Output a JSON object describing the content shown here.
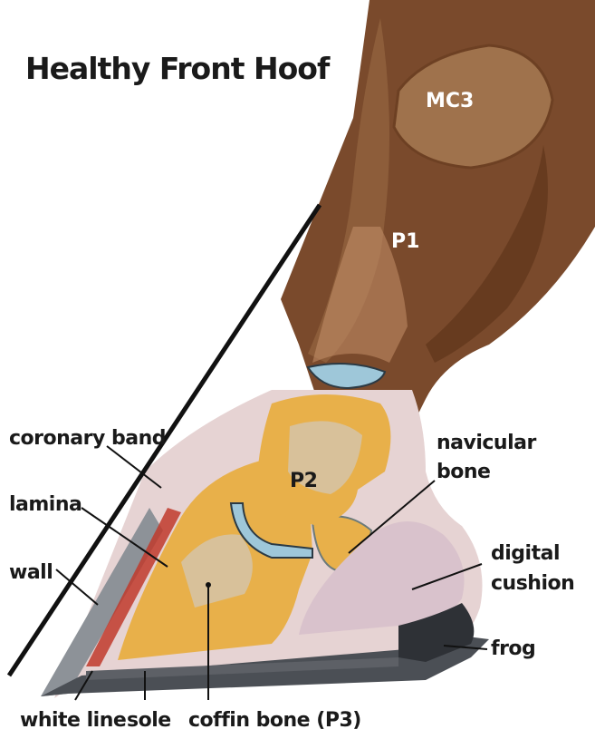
{
  "title": "Healthy Front Hoof",
  "bones": {
    "mc3": "MC3",
    "p1": "P1",
    "p2": "P2"
  },
  "labels": {
    "coronary_band": "coronary band",
    "lamina": "lamina",
    "wall": "wall",
    "navicular_line1": "navicular",
    "navicular_line2": "bone",
    "digital_line1": "digital",
    "digital_line2": "cushion",
    "frog": "frog",
    "white_line": "white line",
    "sole": "sole",
    "coffin_bone": "coffin bone (P3)"
  }
}
